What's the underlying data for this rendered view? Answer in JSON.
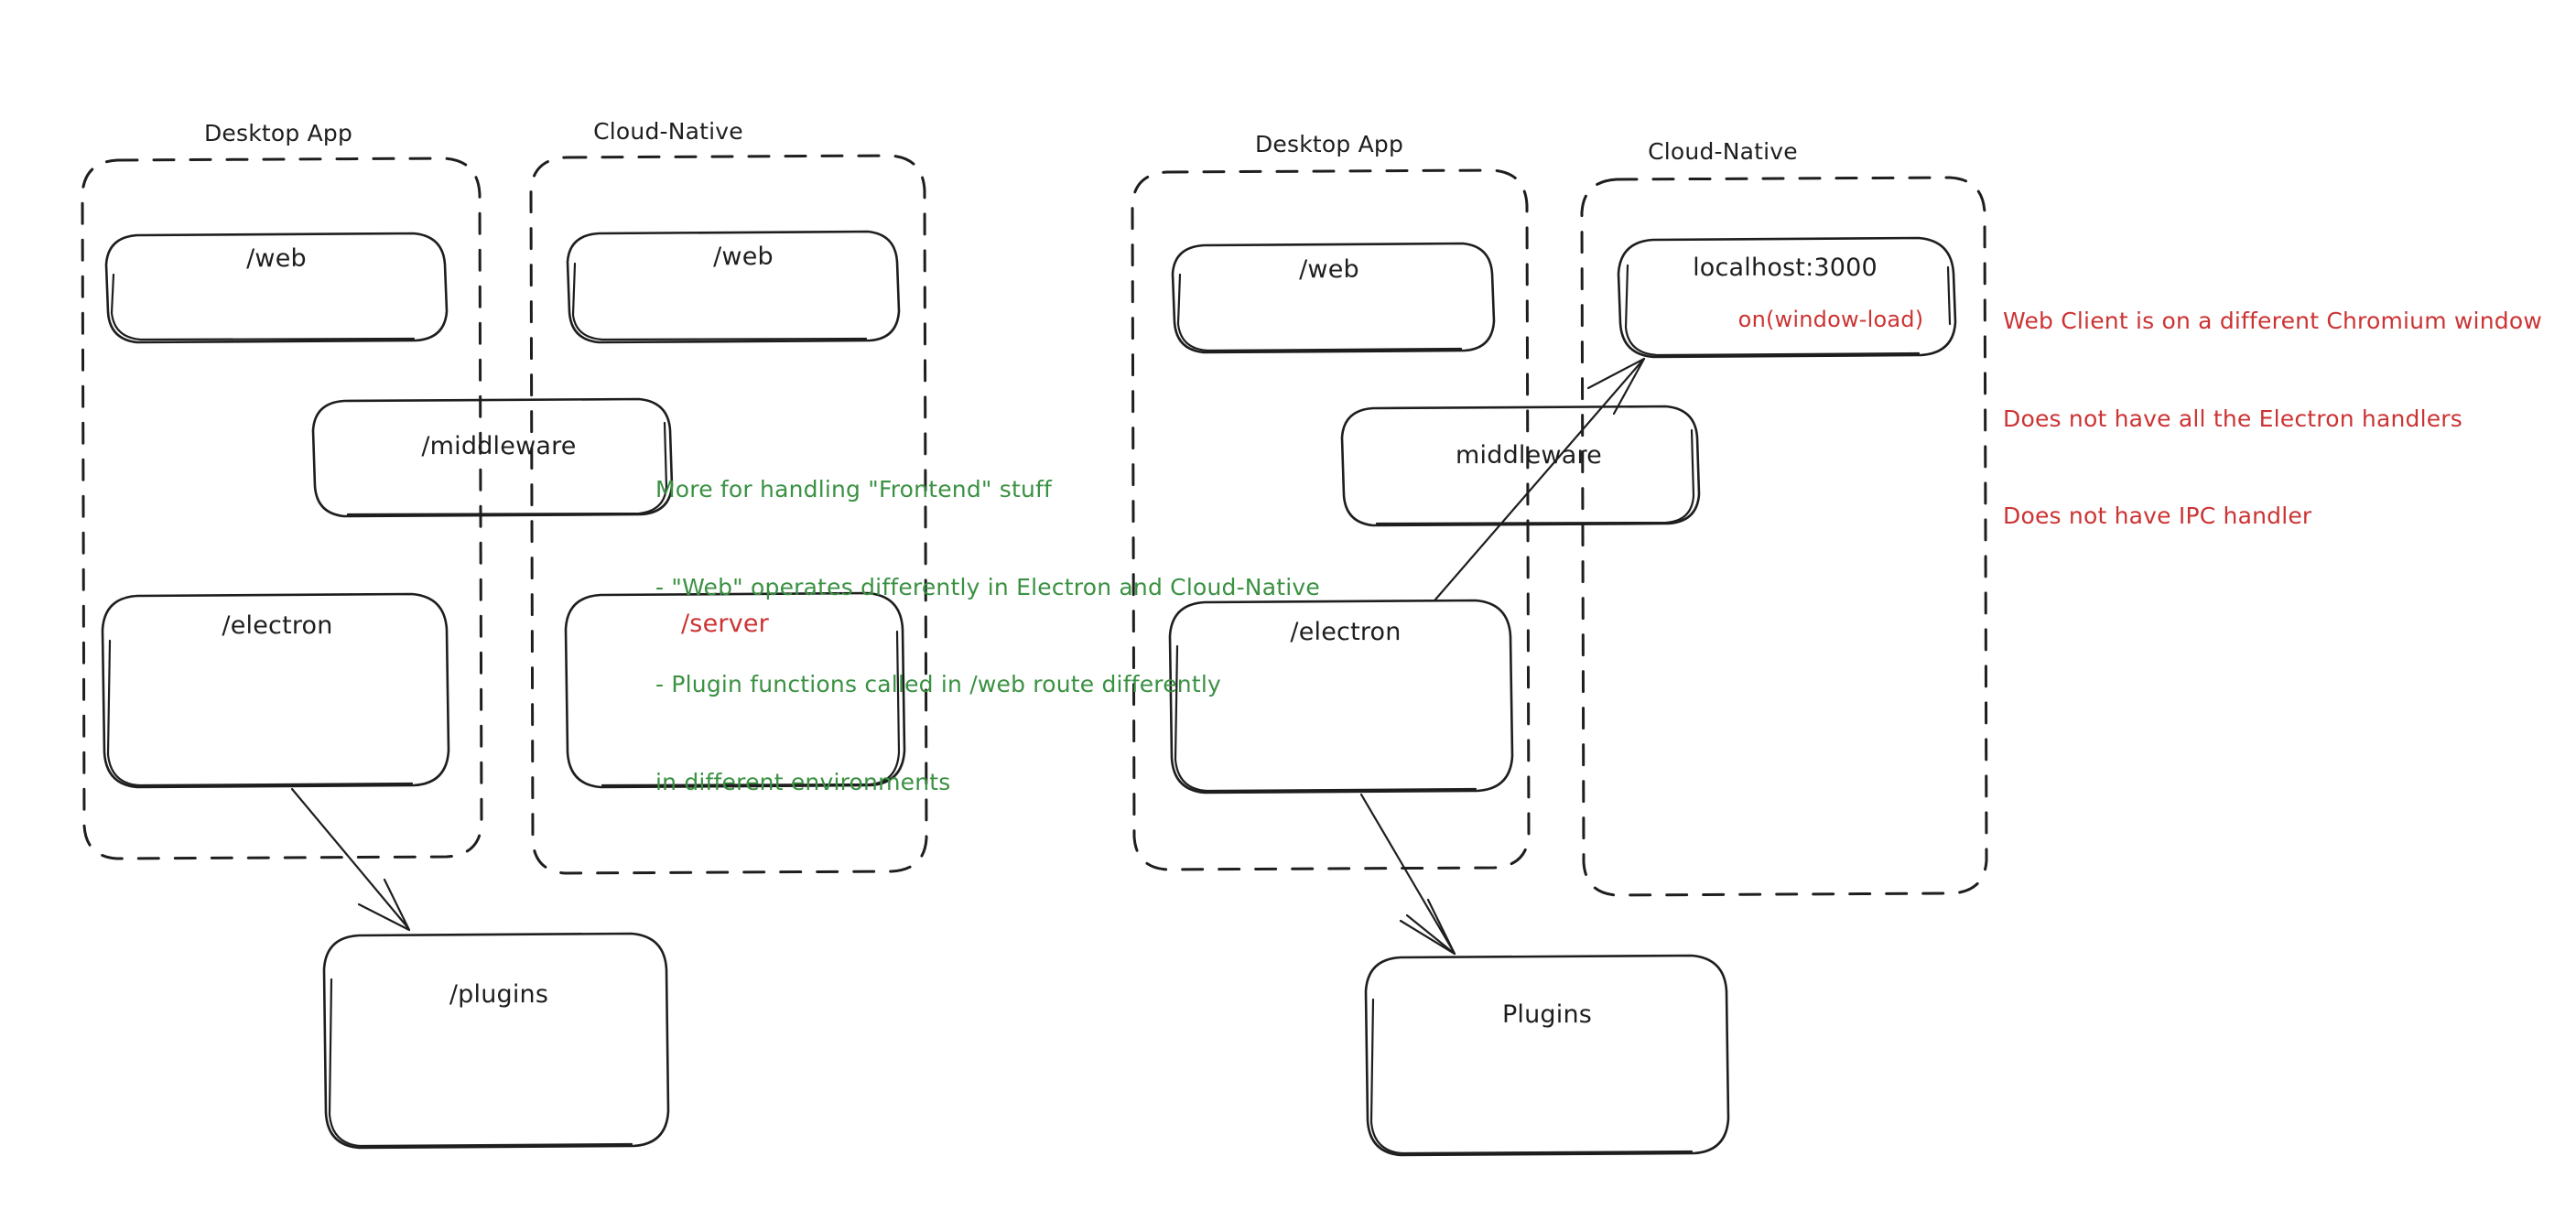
{
  "meta": {
    "title": "Desktop App vs Cloud-Native architecture sketch",
    "background": "#ffffff",
    "ink_color": "#1e1e1e",
    "green_color": "#3a9142",
    "red_color": "#cc3333"
  },
  "left_diagram": {
    "groups": [
      {
        "id": "left-desktop-app",
        "title": "Desktop App"
      },
      {
        "id": "left-cloud-native",
        "title": "Cloud-Native"
      }
    ],
    "nodes": [
      {
        "id": "left-desktop-web",
        "label": "/web"
      },
      {
        "id": "left-cloud-web",
        "label": "/web"
      },
      {
        "id": "left-middleware",
        "label": "/middleware"
      },
      {
        "id": "left-electron",
        "label": "/electron"
      },
      {
        "id": "left-server",
        "label": "/server",
        "color": "red"
      },
      {
        "id": "left-plugins",
        "label": "/plugins"
      }
    ],
    "annotation": {
      "color": "#3a9142",
      "lines": [
        "More for handling \"Frontend\" stuff",
        "- \"Web\" operates differently in Electron and Cloud-Native",
        "- Plugin functions called in /web route differently",
        "in different environments"
      ]
    },
    "arrows": [
      {
        "id": "left-electron-to-plugins",
        "from": "left-electron",
        "to": "left-plugins"
      }
    ]
  },
  "right_diagram": {
    "groups": [
      {
        "id": "right-desktop-app",
        "title": "Desktop App"
      },
      {
        "id": "right-cloud-native",
        "title": "Cloud-Native"
      }
    ],
    "nodes": [
      {
        "id": "right-desktop-web",
        "label": "/web"
      },
      {
        "id": "right-localhost",
        "label": "localhost:3000",
        "sublabel": "on(window-load)"
      },
      {
        "id": "right-middleware",
        "label": "middleware"
      },
      {
        "id": "right-electron",
        "label": "/electron"
      },
      {
        "id": "right-plugins",
        "label": "Plugins"
      }
    ],
    "annotation": {
      "color": "#cc3333",
      "lines": [
        "Web Client is on a different Chromium window",
        "Does not have all the Electron handlers",
        "Does not have IPC handler"
      ]
    },
    "arrows": [
      {
        "id": "right-electron-to-localhost",
        "from": "right-electron",
        "to": "right-localhost"
      },
      {
        "id": "right-electron-to-plugins",
        "from": "right-electron",
        "to": "right-plugins"
      }
    ]
  }
}
